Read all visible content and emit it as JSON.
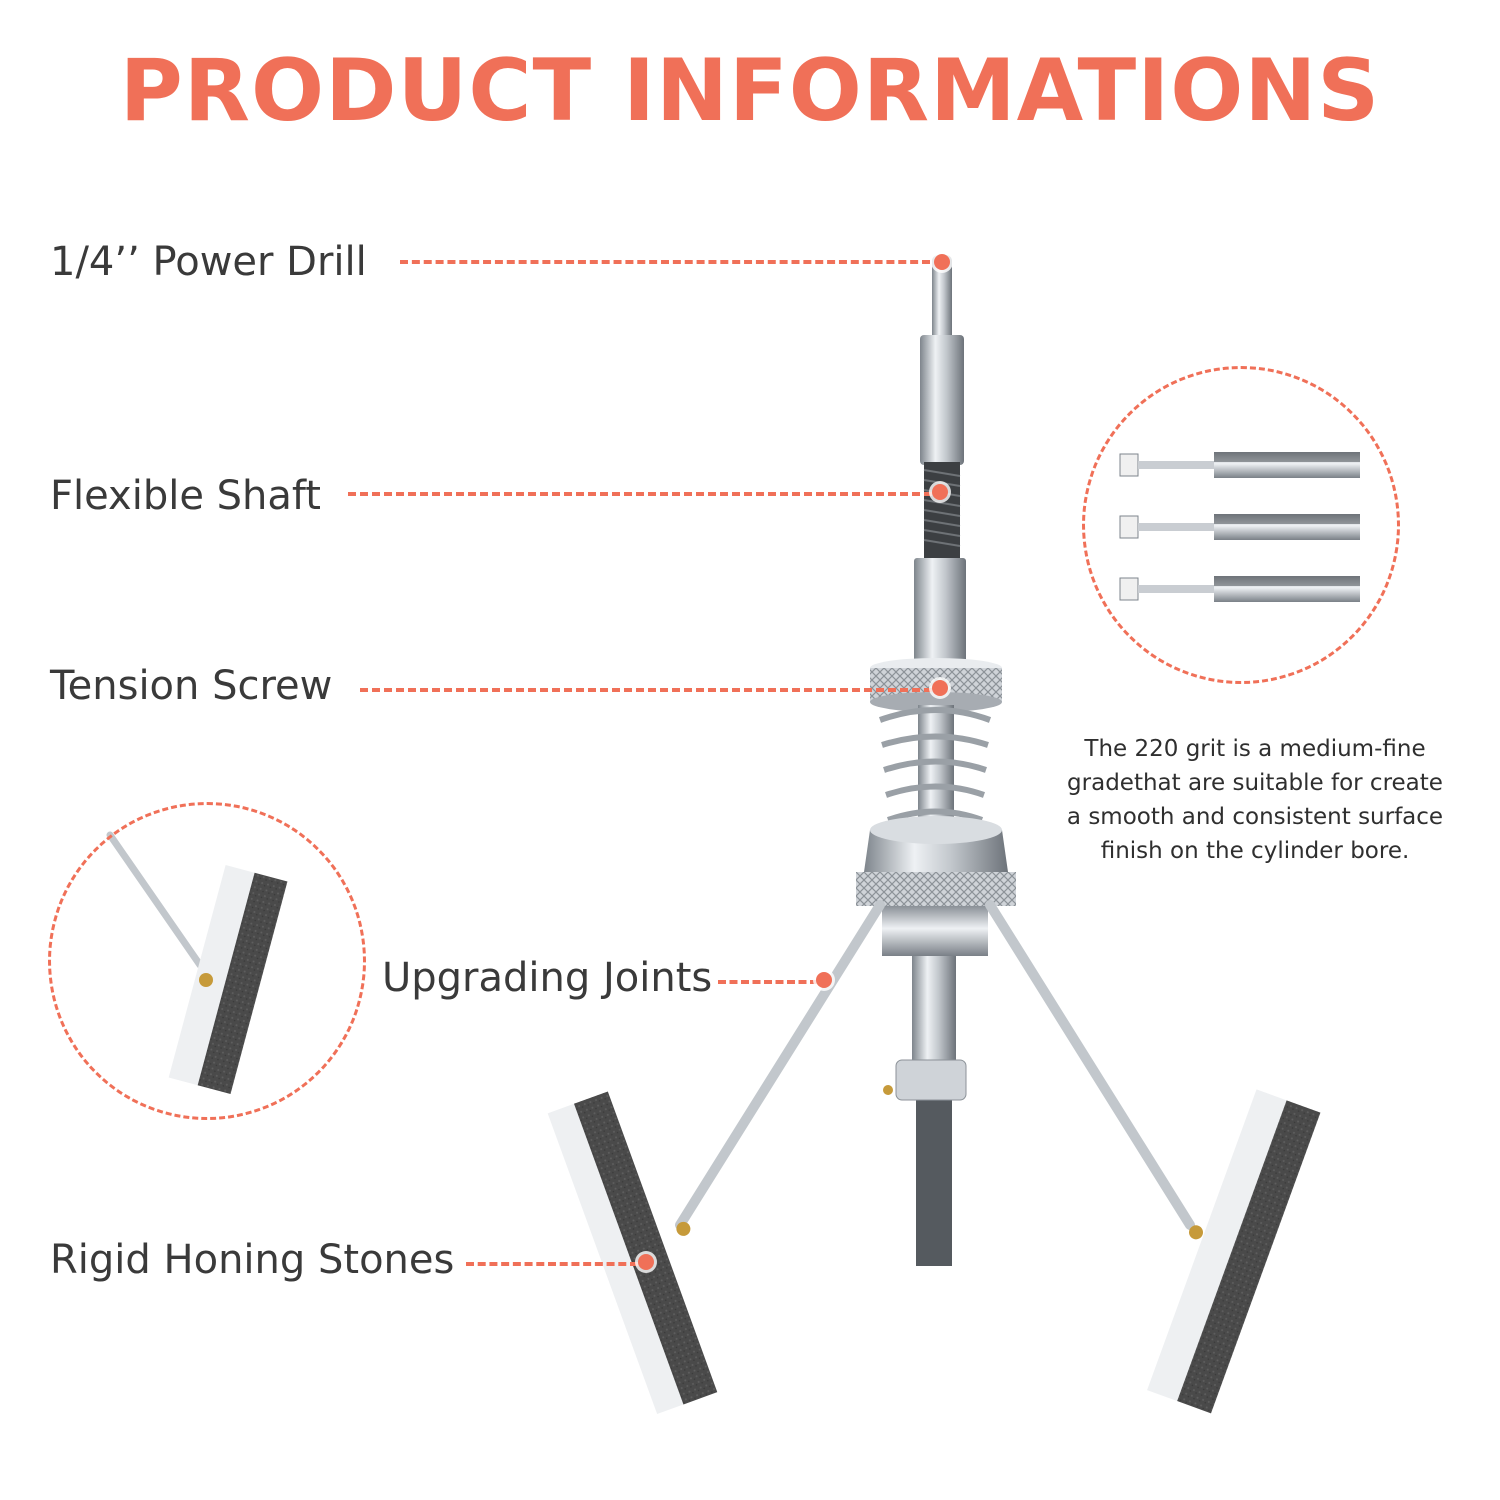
{
  "title": "PRODUCT INFORMATIONS",
  "labels": {
    "power_drill": "1/4’’ Power Drill",
    "flexible_shaft": "Flexible Shaft",
    "tension_screw": "Tension Screw",
    "upgrading_joints": "Upgrading Joints",
    "honing_stones": "Rigid Honing Stones"
  },
  "description": {
    "lines": [
      "The 220 grit is a medium-fine",
      "gradethat are suitable for create",
      "a smooth and consistent surface",
      "finish on the cylinder bore."
    ]
  },
  "colors": {
    "accent": "#f07058",
    "text": "#3a3a3a",
    "metal": "#b9bec4",
    "stone": "#4a4a4a"
  }
}
